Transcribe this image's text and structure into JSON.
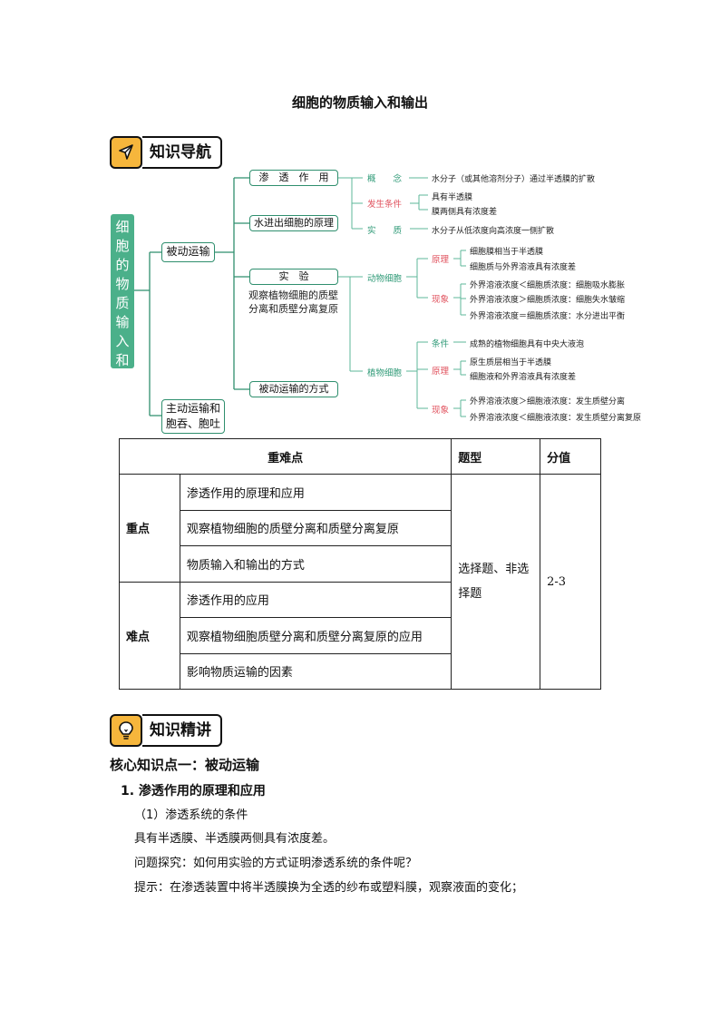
{
  "doc_title": "细胞的物质输入和输出",
  "nav_header": {
    "label": "知识导航"
  },
  "mindmap": {
    "root": "细胞的物质输入和输出",
    "passive": "被动运输",
    "active": "主动运输和胞吞、胞吐",
    "osmosis": "渗　透　作　用",
    "water_in_out": "水进出细胞的原理",
    "experiment": "实　验",
    "experiment_note": "观察植物细胞的质壁分离和质壁分离复原",
    "passive_ways": "被动运输的方式",
    "concept_label": "概　　念",
    "concept_text": "水分子（或其他溶剂分子）通过半透膜的扩散",
    "condition_label": "发生条件",
    "condition_1": "具有半透膜",
    "condition_2": "膜两侧具有浓度差",
    "essence_label": "实　　质",
    "essence_text": "水分子从低浓度向高浓度一侧扩散",
    "animal_cell": "动物细胞",
    "animal_principle_label": "原理",
    "animal_principle_1": "细胞膜相当于半透膜",
    "animal_principle_2": "细胞质与外界溶液具有浓度差",
    "animal_phen_label": "现象",
    "animal_phen_1": "外界溶液浓度＜细胞质浓度：细胞吸水膨胀",
    "animal_phen_2": "外界溶液浓度＞细胞质浓度：细胞失水皱缩",
    "animal_phen_3": "外界溶液浓度＝细胞质浓度：水分进出平衡",
    "plant_cell": "植物细胞",
    "plant_cond_label": "条件",
    "plant_cond_text": "成熟的植物细胞具有中央大液泡",
    "plant_principle_label": "原理",
    "plant_principle_1": "原生质层相当于半透膜",
    "plant_principle_2": "细胞液和外界溶液具有浓度差",
    "plant_phen_label": "现象",
    "plant_phen_1": "外界溶液浓度＞细胞液浓度：发生质壁分离",
    "plant_phen_2": "外界溶液浓度＜细胞液浓度：发生质壁分离复原"
  },
  "table": {
    "headers": [
      "重难点",
      "题型",
      "分值"
    ],
    "key_label": "重点",
    "key_items": [
      "渗透作用的原理和应用",
      "观察植物细胞的质壁分离和质壁分离复原",
      "物质输入和输出的方式"
    ],
    "diff_label": "难点",
    "diff_items": [
      "渗透作用的应用",
      "观察植物细胞质壁分离和质壁分离复原的应用",
      "影响物质运输的因素"
    ],
    "question_type": "选择题、非选择题",
    "score": "2-3"
  },
  "lecture_header": {
    "label": "知识精讲"
  },
  "content": {
    "core_point": "核心知识点一：被动运输",
    "sub_heading": "1. 渗透作用的原理和应用",
    "item_1": "（1）渗透系统的条件",
    "line_1": "具有半透膜、半透膜两侧具有浓度差。",
    "line_2": "问题探究：如何用实验的方式证明渗透系统的条件呢？",
    "line_3": "提示：在渗透装置中将半透膜换为全透的纱布或塑料膜，观察液面的变化；"
  },
  "colors": {
    "accent_green": "#4bb08a",
    "line_green": "#2f8f6e",
    "icon_orange": "#f6b63c",
    "red_label": "#e0505c"
  }
}
